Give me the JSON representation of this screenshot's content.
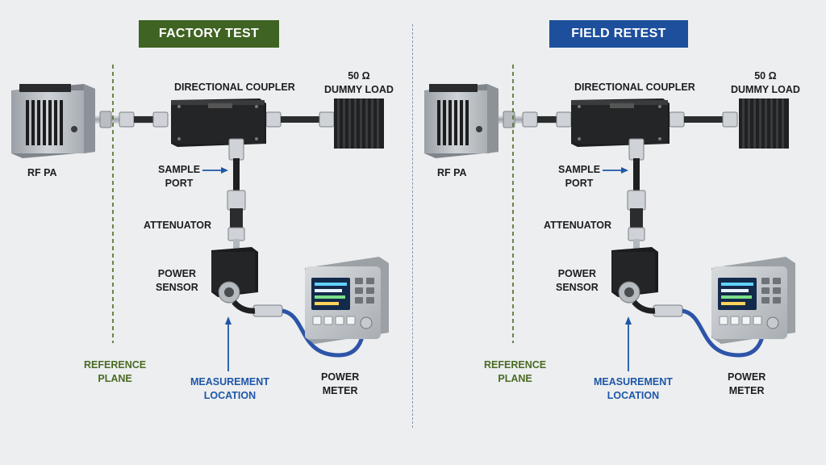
{
  "colors": {
    "factory_accent": "#3f6322",
    "field_accent": "#1d4f9c",
    "reference_plane": "#4a6b22",
    "measurement": "#1e56a8",
    "cable_blue": "#2d54a8"
  },
  "panels": [
    {
      "title": "FACTORY TEST",
      "title_color": "#3f6322",
      "labels": {
        "rf_pa": "RF PA",
        "coupler": "DIRECTIONAL COUPLER",
        "load_line1": "50 Ω",
        "load_line2": "DUMMY LOAD",
        "sample_line1": "SAMPLE",
        "sample_line2": "PORT",
        "attenuator": "ATTENUATOR",
        "sensor_line1": "POWER",
        "sensor_line2": "SENSOR",
        "ref_line1": "REFERENCE",
        "ref_line2": "PLANE",
        "meas_line1": "MEASUREMENT",
        "meas_line2": "LOCATION",
        "meter_line1": "POWER",
        "meter_line2": "METER"
      }
    },
    {
      "title": "FIELD RETEST",
      "title_color": "#1d4f9c",
      "labels": {
        "rf_pa": "RF PA",
        "coupler": "DIRECTIONAL COUPLER",
        "load_line1": "50 Ω",
        "load_line2": "DUMMY LOAD",
        "sample_line1": "SAMPLE",
        "sample_line2": "PORT",
        "attenuator": "ATTENUATOR",
        "sensor_line1": "POWER",
        "sensor_line2": "SENSOR",
        "ref_line1": "REFERENCE",
        "ref_line2": "PLANE",
        "meas_line1": "MEASUREMENT",
        "meas_line2": "LOCATION",
        "meter_line1": "POWER",
        "meter_line2": "METER"
      }
    }
  ]
}
